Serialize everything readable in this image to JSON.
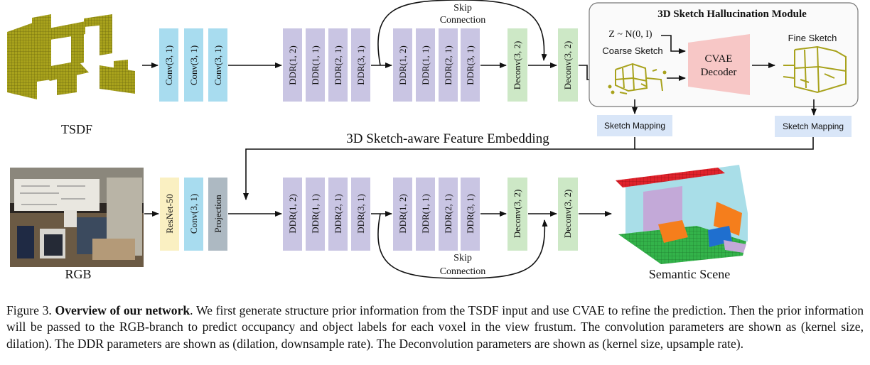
{
  "inputs": {
    "tsdf": "TSDF",
    "rgb": "RGB"
  },
  "top_branch": {
    "conv": [
      "Conv(3, 1)",
      "Conv(3, 1)",
      "Conv(3, 1)"
    ],
    "ddr_a": [
      "DDR(1, 2)",
      "DDR(1, 1)",
      "DDR(2, 1)",
      "DDR(3, 1)"
    ],
    "ddr_b": [
      "DDR(1, 2)",
      "DDR(1, 1)",
      "DDR(2, 1)",
      "DDR(3, 1)"
    ],
    "deconv": [
      "Deconv(3, 2)",
      "Deconv(3, 2)"
    ],
    "skip_line1": "Skip",
    "skip_line2": "Connection"
  },
  "module": {
    "title": "3D Sketch Hallucination Module",
    "noise": "Z ~ N(0, I)",
    "coarse": "Coarse Sketch",
    "fine": "Fine Sketch",
    "cvae_line1": "CVAE",
    "cvae_line2": "Decoder",
    "mapping": "Sketch Mapping"
  },
  "embedding_label": "3D Sketch-aware Feature Embedding",
  "bottom_branch": {
    "stem": [
      "ResNet-50",
      "Conv(3, 1)",
      "Projection"
    ],
    "ddr_a": [
      "DDR(1, 2)",
      "DDR(1, 1)",
      "DDR(2, 1)",
      "DDR(3, 1)"
    ],
    "ddr_b": [
      "DDR(1, 2)",
      "DDR(1, 1)",
      "DDR(2, 1)",
      "DDR(3, 1)"
    ],
    "deconv": [
      "Deconv(3, 2)",
      "Deconv(3, 2)"
    ],
    "skip_line1": "Skip",
    "skip_line2": "Connection"
  },
  "output_label": "Semantic Scene",
  "colors": {
    "conv": "#a8dcef",
    "ddr": "#c9c5e3",
    "deconv": "#cde8c6",
    "resnet": "#faf0c2",
    "projection": "#adb9c2",
    "mapping": "#d9e6f8",
    "cvae": "#f7c7c6",
    "voxel": "#a8a21c"
  },
  "caption": {
    "prefix": "Figure 3. ",
    "bold": "Overview of our network",
    "text": ".  We first generate structure prior information from the TSDF input and use CVAE to refine the prediction. Then the prior information will be passed to the RGB-branch to predict occupancy and object labels for each voxel in the view frustum. The convolution parameters are shown as (kernel size, dilation). The DDR parameters are shown as (dilation, downsample rate). The Deconvolution parameters are shown as (kernel size, upsample rate)."
  }
}
